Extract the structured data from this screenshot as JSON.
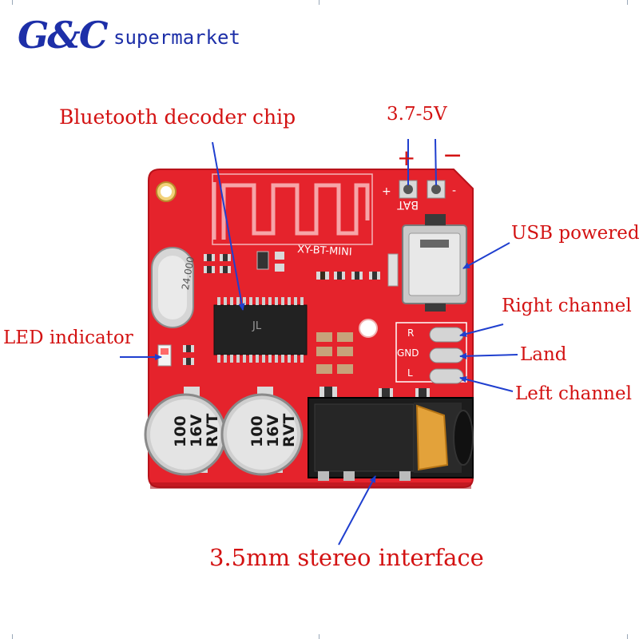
{
  "brand": {
    "mark": "G&C",
    "name": "supermarket"
  },
  "labels": {
    "chip": "Bluetooth decoder chip",
    "voltage": "3.7-5V",
    "plus": "+",
    "minus": "−",
    "usb": "USB powered",
    "right_channel": "Right channel",
    "led": "LED indicator",
    "land": "Land",
    "left_channel": "Left channel",
    "jack": "3.5mm stereo interface"
  },
  "board": {
    "model": "XY-BT-MINI",
    "bat": "BAT",
    "crystal": "24.000",
    "pin_r": "R",
    "pin_gnd": "GND",
    "pin_l": "L",
    "chip_marking": "JL",
    "cap_value": "100",
    "cap_voltage": "16V",
    "cap_brand": "RVT"
  },
  "colors": {
    "pcb": "#e5232c",
    "label_text": "#d31212",
    "arrow": "#1f3fcf",
    "logo": "#1d2fa8"
  }
}
